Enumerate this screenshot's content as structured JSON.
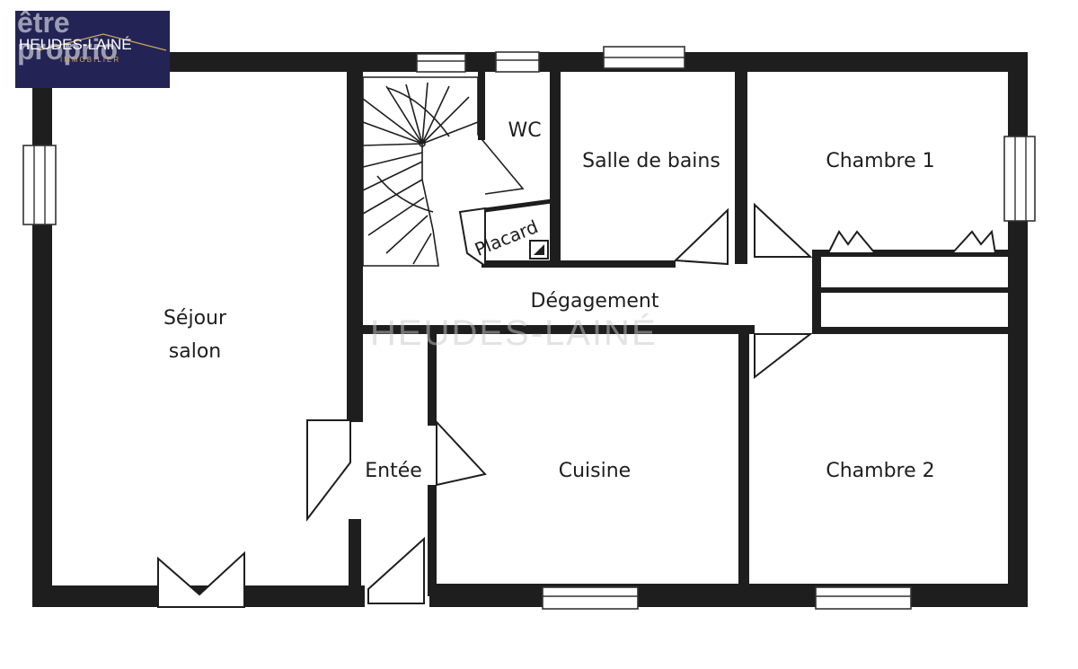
{
  "logo": {
    "etre": "être",
    "proprio": "proprio",
    "brand": "HEUDES-LAINÉ",
    "sub": "IMMOBILIER"
  },
  "watermark": "HEUDES-LAINÉ",
  "rooms": {
    "sejour_line1": "Séjour",
    "sejour_line2": "salon",
    "wc": "WC",
    "salle_de_bains": "Salle de bains",
    "chambre1": "Chambre 1",
    "placard": "Placard",
    "degagement": "Dégagement",
    "entree": "Entée",
    "cuisine": "Cuisine",
    "chambre2": "Chambre 2"
  },
  "colors": {
    "wall": "#1e1e1e",
    "logo_background": "#232455",
    "logo_accent": "#cfa660"
  }
}
